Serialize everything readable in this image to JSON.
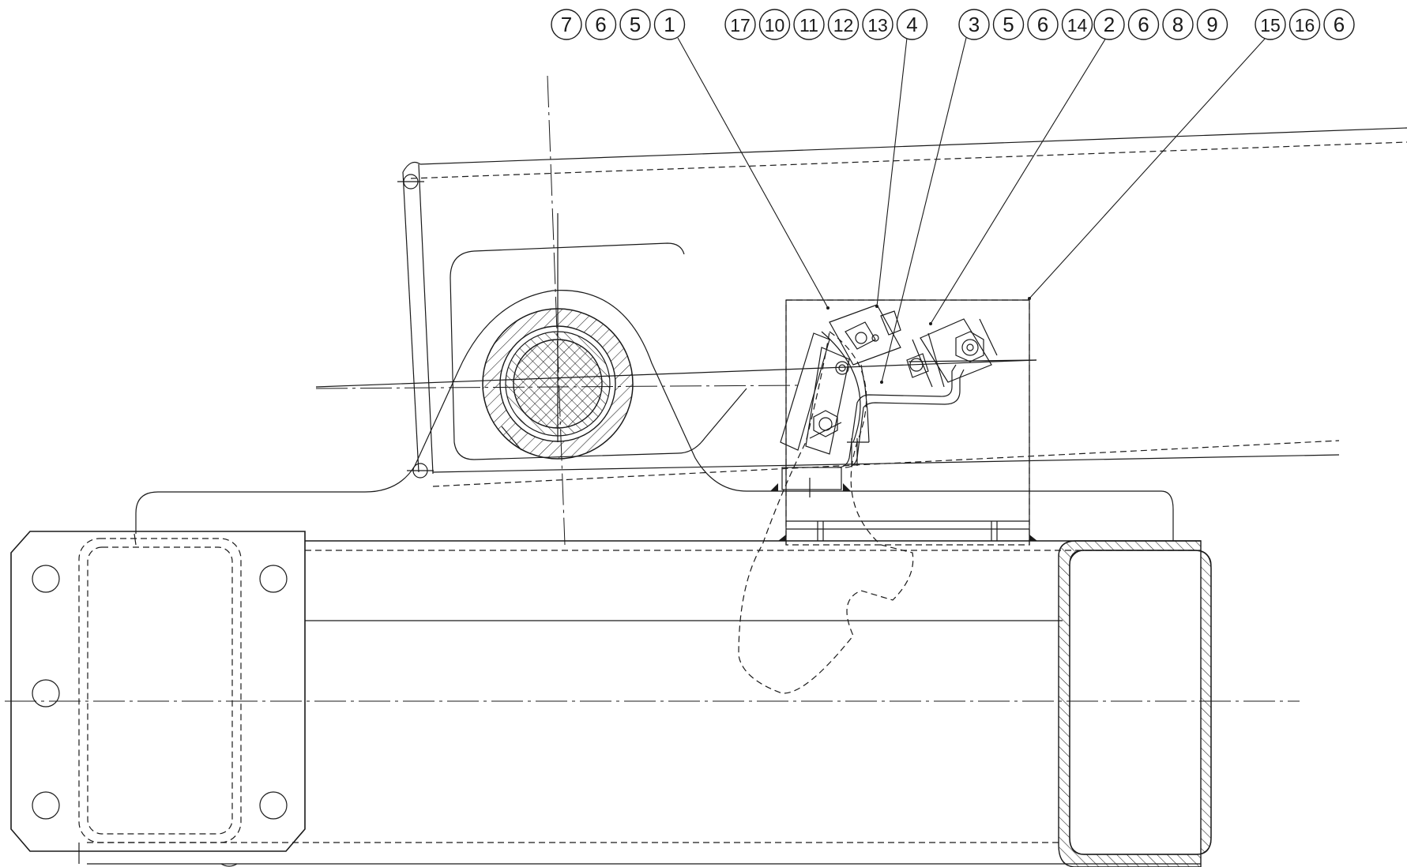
{
  "callouts": [
    {
      "id": "group-1",
      "labels": [
        "7",
        "6",
        "5",
        "1"
      ]
    },
    {
      "id": "group-2",
      "labels": [
        "17",
        "10",
        "11",
        "12",
        "13",
        "4"
      ]
    },
    {
      "id": "group-3",
      "labels": [
        "3",
        "5",
        "6",
        "14"
      ]
    },
    {
      "id": "group-4",
      "labels": [
        "2",
        "6",
        "8",
        "9"
      ]
    },
    {
      "id": "group-5",
      "labels": [
        "15",
        "16",
        "6"
      ]
    }
  ],
  "colors": {
    "line": "#1a1a1a",
    "background": "#ffffff"
  }
}
